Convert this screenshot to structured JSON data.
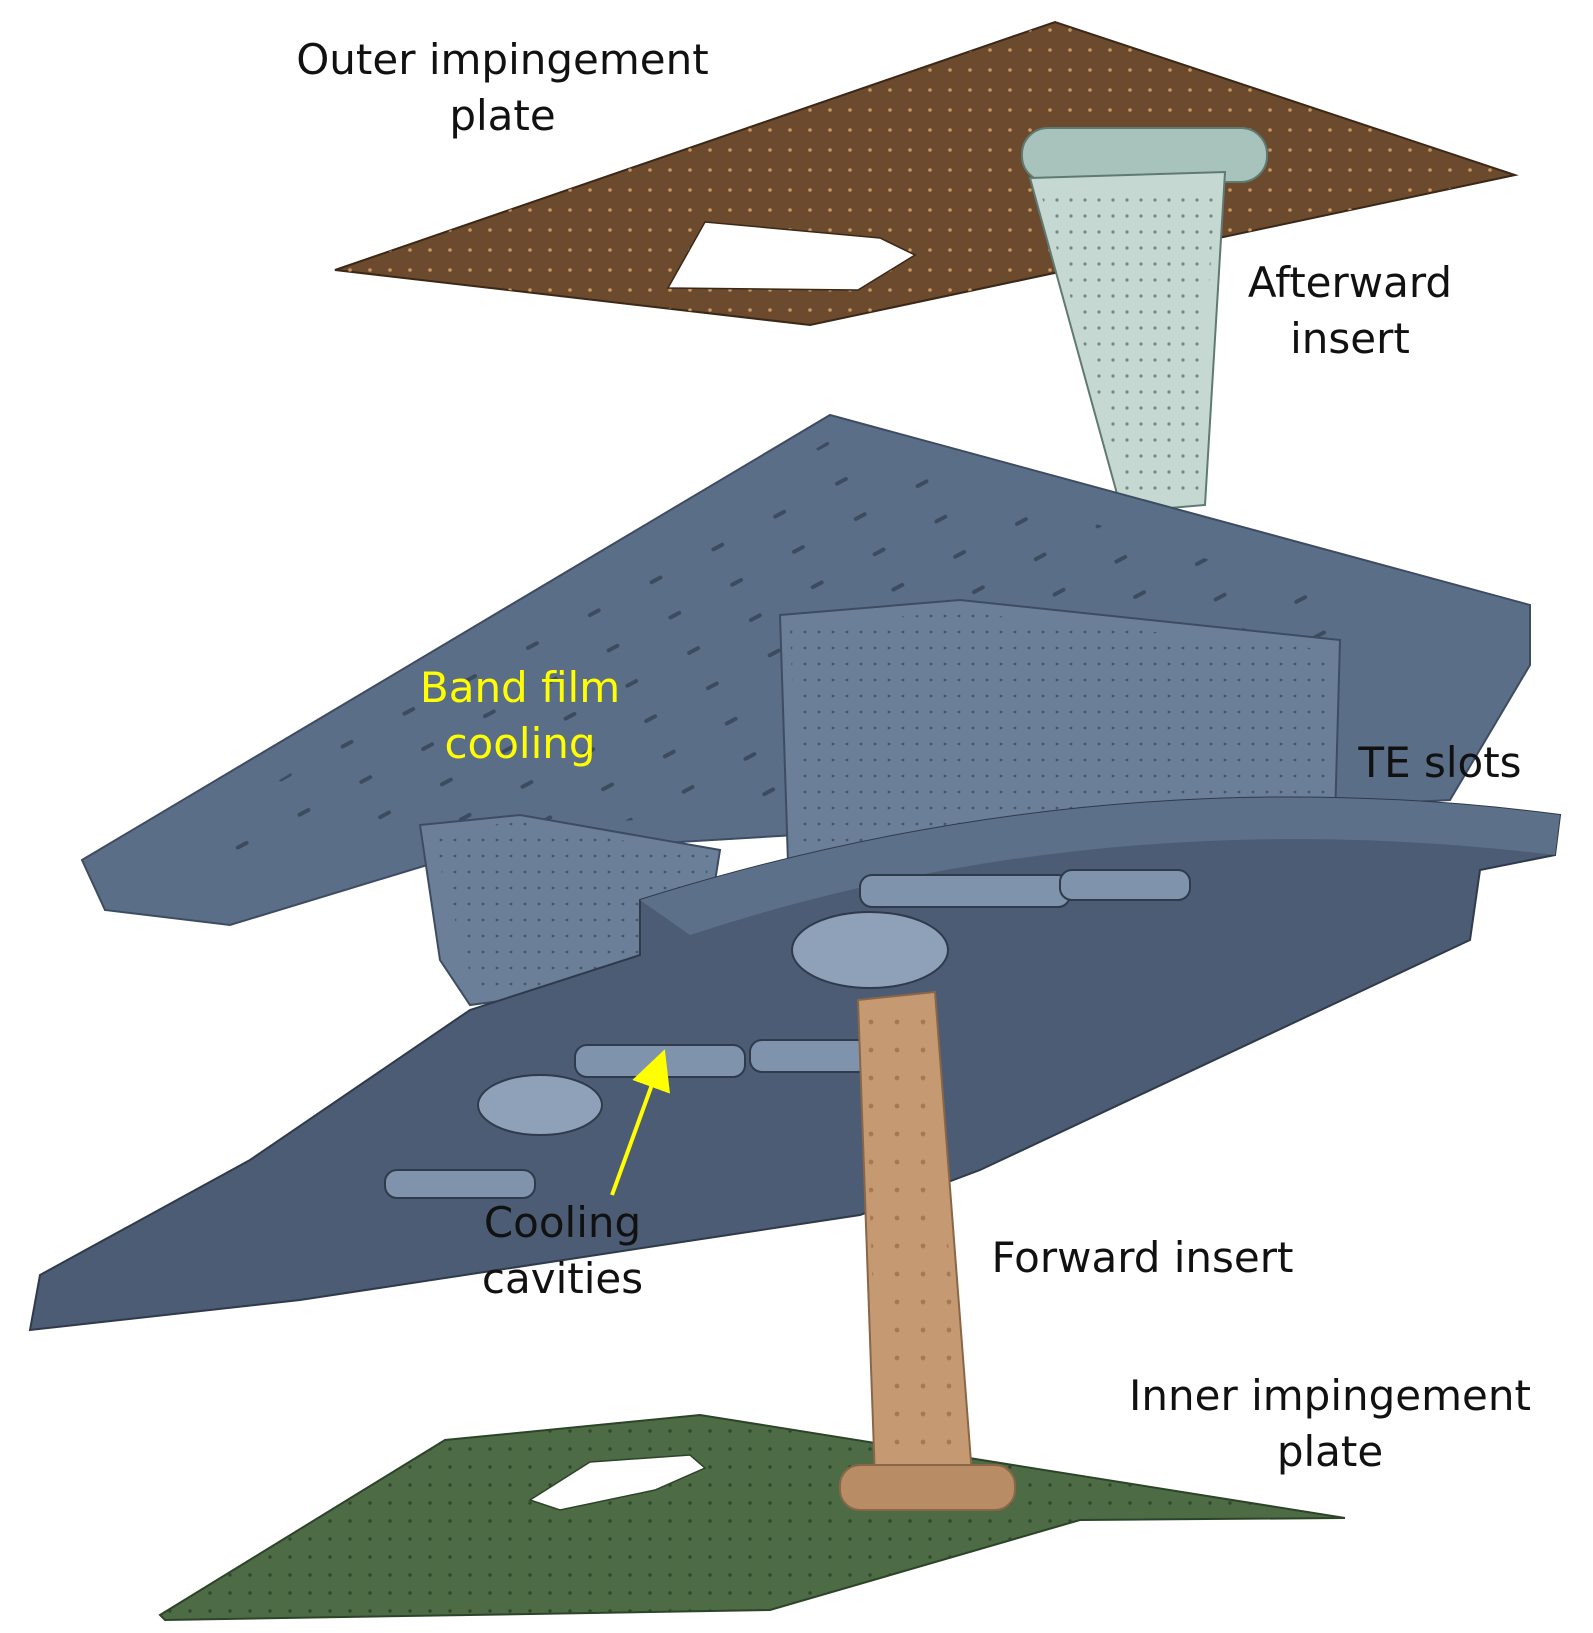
{
  "labels": {
    "outer_impingement_plate": {
      "line1": "Outer impingement",
      "line2": "plate"
    },
    "afterward_insert": {
      "line1": "Afterward",
      "line2": "insert"
    },
    "band_film_cooling": {
      "line1": "Band film",
      "line2": "cooling"
    },
    "te_slots": {
      "line1": "TE slots"
    },
    "cooling_cavities": {
      "line1": "Cooling",
      "line2": "cavities"
    },
    "forward_insert": {
      "line1": "Forward insert"
    },
    "inner_impingement_plate": {
      "line1": "Inner impingement",
      "line2": "plate"
    }
  },
  "colors": {
    "outer_plate": "#6b4a2d",
    "outer_plate_holes": "#c9965f",
    "afterward_insert": "#c6d8d2",
    "vane_body": "#5b6e88",
    "vane_dark": "#3e4c62",
    "forward_insert": "#c59a72",
    "inner_plate": "#4d6b45",
    "annotation": "#ffff00",
    "text": "#111111"
  }
}
